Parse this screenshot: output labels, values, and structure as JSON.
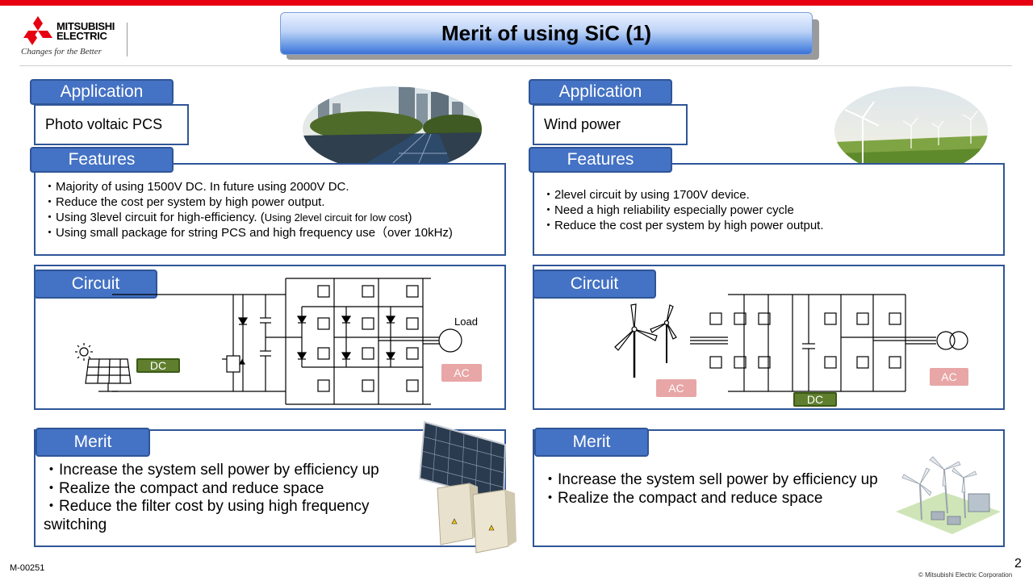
{
  "header": {
    "brand_line1": "MITSUBISHI",
    "brand_line2": "ELECTRIC",
    "tagline": "Changes for the Better",
    "title": "Merit of using SiC (1)"
  },
  "left": {
    "application_label": "Application",
    "application_value": "Photo voltaic PCS",
    "features_label": "Features",
    "features": [
      "・Majority of using 1500V DC. In future using 2000V DC.",
      "・Reduce the cost per system by high power output.",
      "・Using 3level circuit for high-efficiency. (",
      "・Using small package for string PCS and high frequency use（over 10kHz)"
    ],
    "feature3_note": "Using 2level circuit for low cost",
    "circuit_label": "Circuit",
    "dc_tag": "DC",
    "ac_tag": "AC",
    "load_label": "Load",
    "merit_label": "Merit",
    "merits": [
      "・Increase the system sell power by efficiency up",
      "・Realize the compact and reduce space",
      "・Reduce the filter cost by using high frequency",
      "  switching"
    ]
  },
  "right": {
    "application_label": "Application",
    "application_value": "Wind power",
    "features_label": "Features",
    "features": [
      "・2level circuit by using 1700V device.",
      "・Need a high reliability especially power cycle",
      "・Reduce the cost per system by high power output."
    ],
    "circuit_label": "Circuit",
    "ac_tag_left": "AC",
    "dc_tag": "DC",
    "ac_tag_right": "AC",
    "merit_label": "Merit",
    "merits": [
      "・Increase the system sell power by efficiency up",
      "・Realize the compact and reduce space"
    ]
  },
  "footer": {
    "doc_id": "M-00251",
    "page_number": "2",
    "copyright": "© Mitsubishi Electric Corporation"
  },
  "colors": {
    "accent_red": "#e60012",
    "label_blue": "#4472c4",
    "border_blue": "#2f5597",
    "dc_green": "#5f7f2f",
    "ac_pink": "#e8a6a6"
  },
  "icons": [
    "mitsubishi-logo-icon",
    "sun-icon",
    "solar-panel-icon",
    "wind-turbine-icon",
    "transformer-icon",
    "igbt-icon",
    "diode-icon",
    "capacitor-icon"
  ]
}
